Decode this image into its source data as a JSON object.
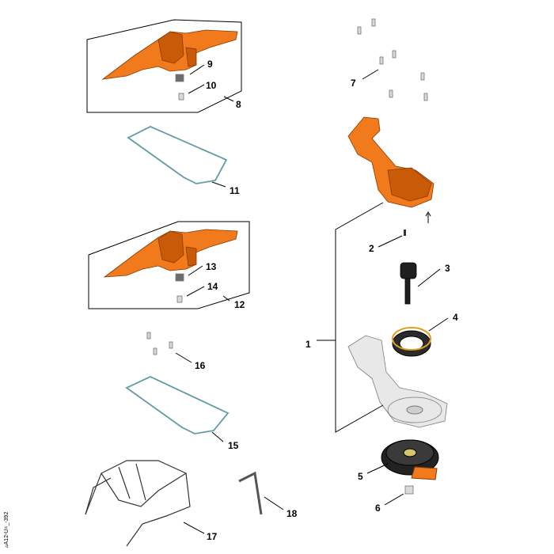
{
  "diagram": {
    "part_labels": {
      "p1": "1",
      "p2": "2",
      "p3": "3",
      "p4": "4",
      "p5": "5",
      "p6": "6",
      "p7": "7",
      "p8": "8",
      "p9": "9",
      "p10": "10",
      "p11": "11",
      "p12": "12",
      "p13": "13",
      "p14": "14",
      "p15": "15",
      "p16": "16",
      "p17": "17",
      "p18": "18"
    },
    "drawing_code": "▵A12-U=_-392",
    "arrow_symbol": "↑"
  }
}
